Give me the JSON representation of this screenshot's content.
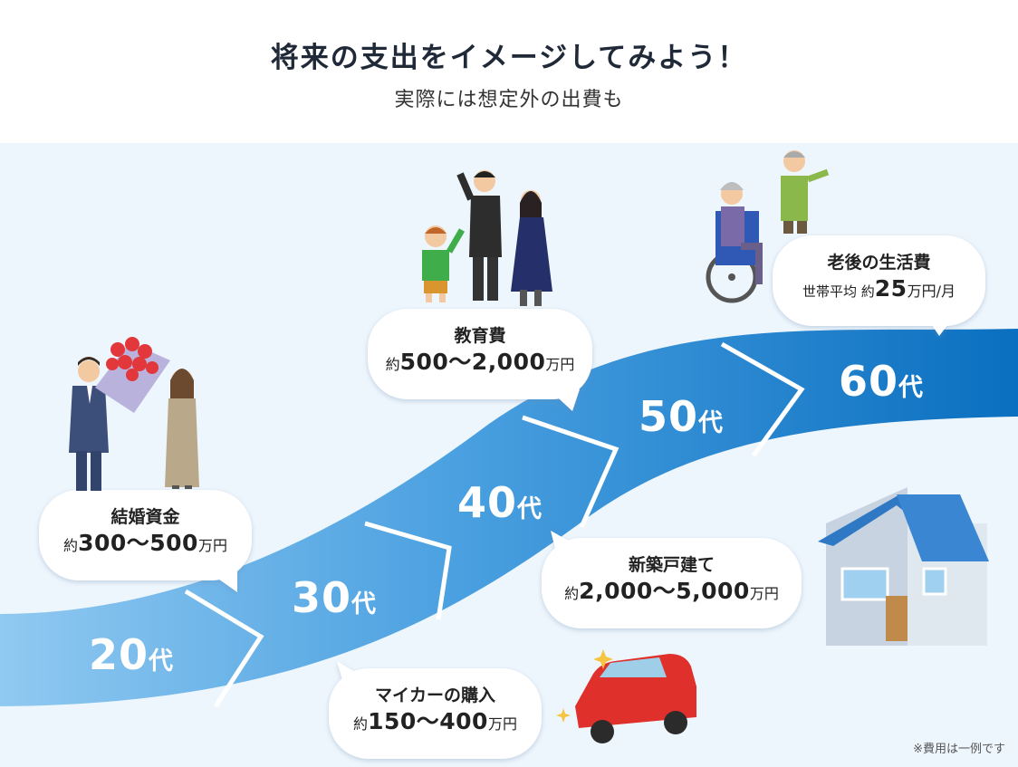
{
  "header": {
    "title": "将来の支出をイメージしてみよう！",
    "subtitle": "実際には想定外の出費も"
  },
  "stages": [
    {
      "label_num": "20",
      "label_unit": "代"
    },
    {
      "label_num": "30",
      "label_unit": "代"
    },
    {
      "label_num": "40",
      "label_unit": "代"
    },
    {
      "label_num": "50",
      "label_unit": "代"
    },
    {
      "label_num": "60",
      "label_unit": "代"
    }
  ],
  "events": {
    "marriage": {
      "title": "結婚資金",
      "prefix": "約",
      "amount": "300〜500",
      "unit": "万円"
    },
    "education": {
      "title": "教育費",
      "prefix": "約",
      "amount": "500〜2,000",
      "unit": "万円"
    },
    "retirement": {
      "title": "老後の生活費",
      "sub_prefix": "世帯平均 約",
      "amount": "25",
      "unit": "万円/月"
    },
    "house": {
      "title": "新築戸建て",
      "prefix": "約",
      "amount": "2,000〜5,000",
      "unit": "万円"
    },
    "car": {
      "title": "マイカーの購入",
      "prefix": "約",
      "amount": "150〜400",
      "unit": "万円"
    }
  },
  "footnote": "※費用は一例です",
  "colors": {
    "band_start": "#8fc7f0",
    "band_end": "#0a6fc0",
    "background": "#eef6fd",
    "bubble": "#ffffff",
    "car": "#e0302c",
    "house_roof": "#2f78c4"
  }
}
